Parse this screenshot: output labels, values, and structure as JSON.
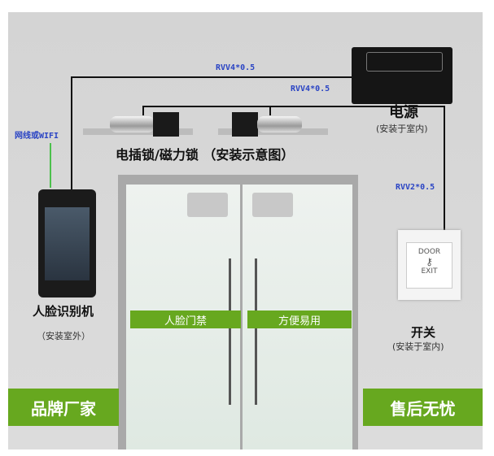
{
  "labels": {
    "wire_top": "RVV4*0.5",
    "wire_lock": "RVV4*0.5",
    "wire_switch": "RVV2*0.5",
    "network": "网线或WIFI",
    "power_title": "电源",
    "power_note": "(安装于室内)",
    "lock_title": "电插锁/磁力锁 （安装示意图）",
    "reader_title": "人脸识别机",
    "reader_note": "（安装室外）",
    "switch_title": "开关",
    "switch_note": "(安装于室内)",
    "door_left_band": "人脸门禁",
    "door_right_band": "方便易用",
    "bottom_left": "品牌厂家",
    "bottom_right": "售后无忧",
    "exit_button_top": "DOOR",
    "exit_button_bottom": "EXIT"
  },
  "colors": {
    "green": "#67a81f",
    "wire_label": "#2a44c4",
    "network_line": "#4cc04c"
  }
}
